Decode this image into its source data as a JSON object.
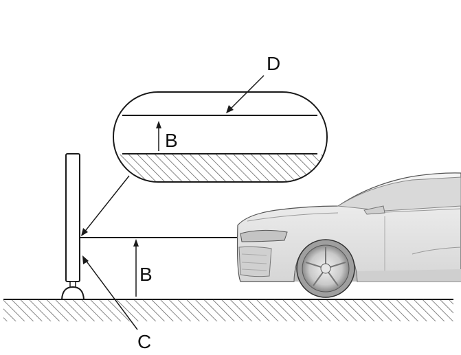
{
  "labels": {
    "d": "D",
    "b_inset": "B",
    "b_main": "B",
    "c": "C"
  },
  "colors": {
    "line": "#1a1a1a",
    "hatch": "#555555",
    "car_body": "#e9e9e9",
    "car_shadow": "#bdbdbd",
    "background": "#ffffff"
  }
}
